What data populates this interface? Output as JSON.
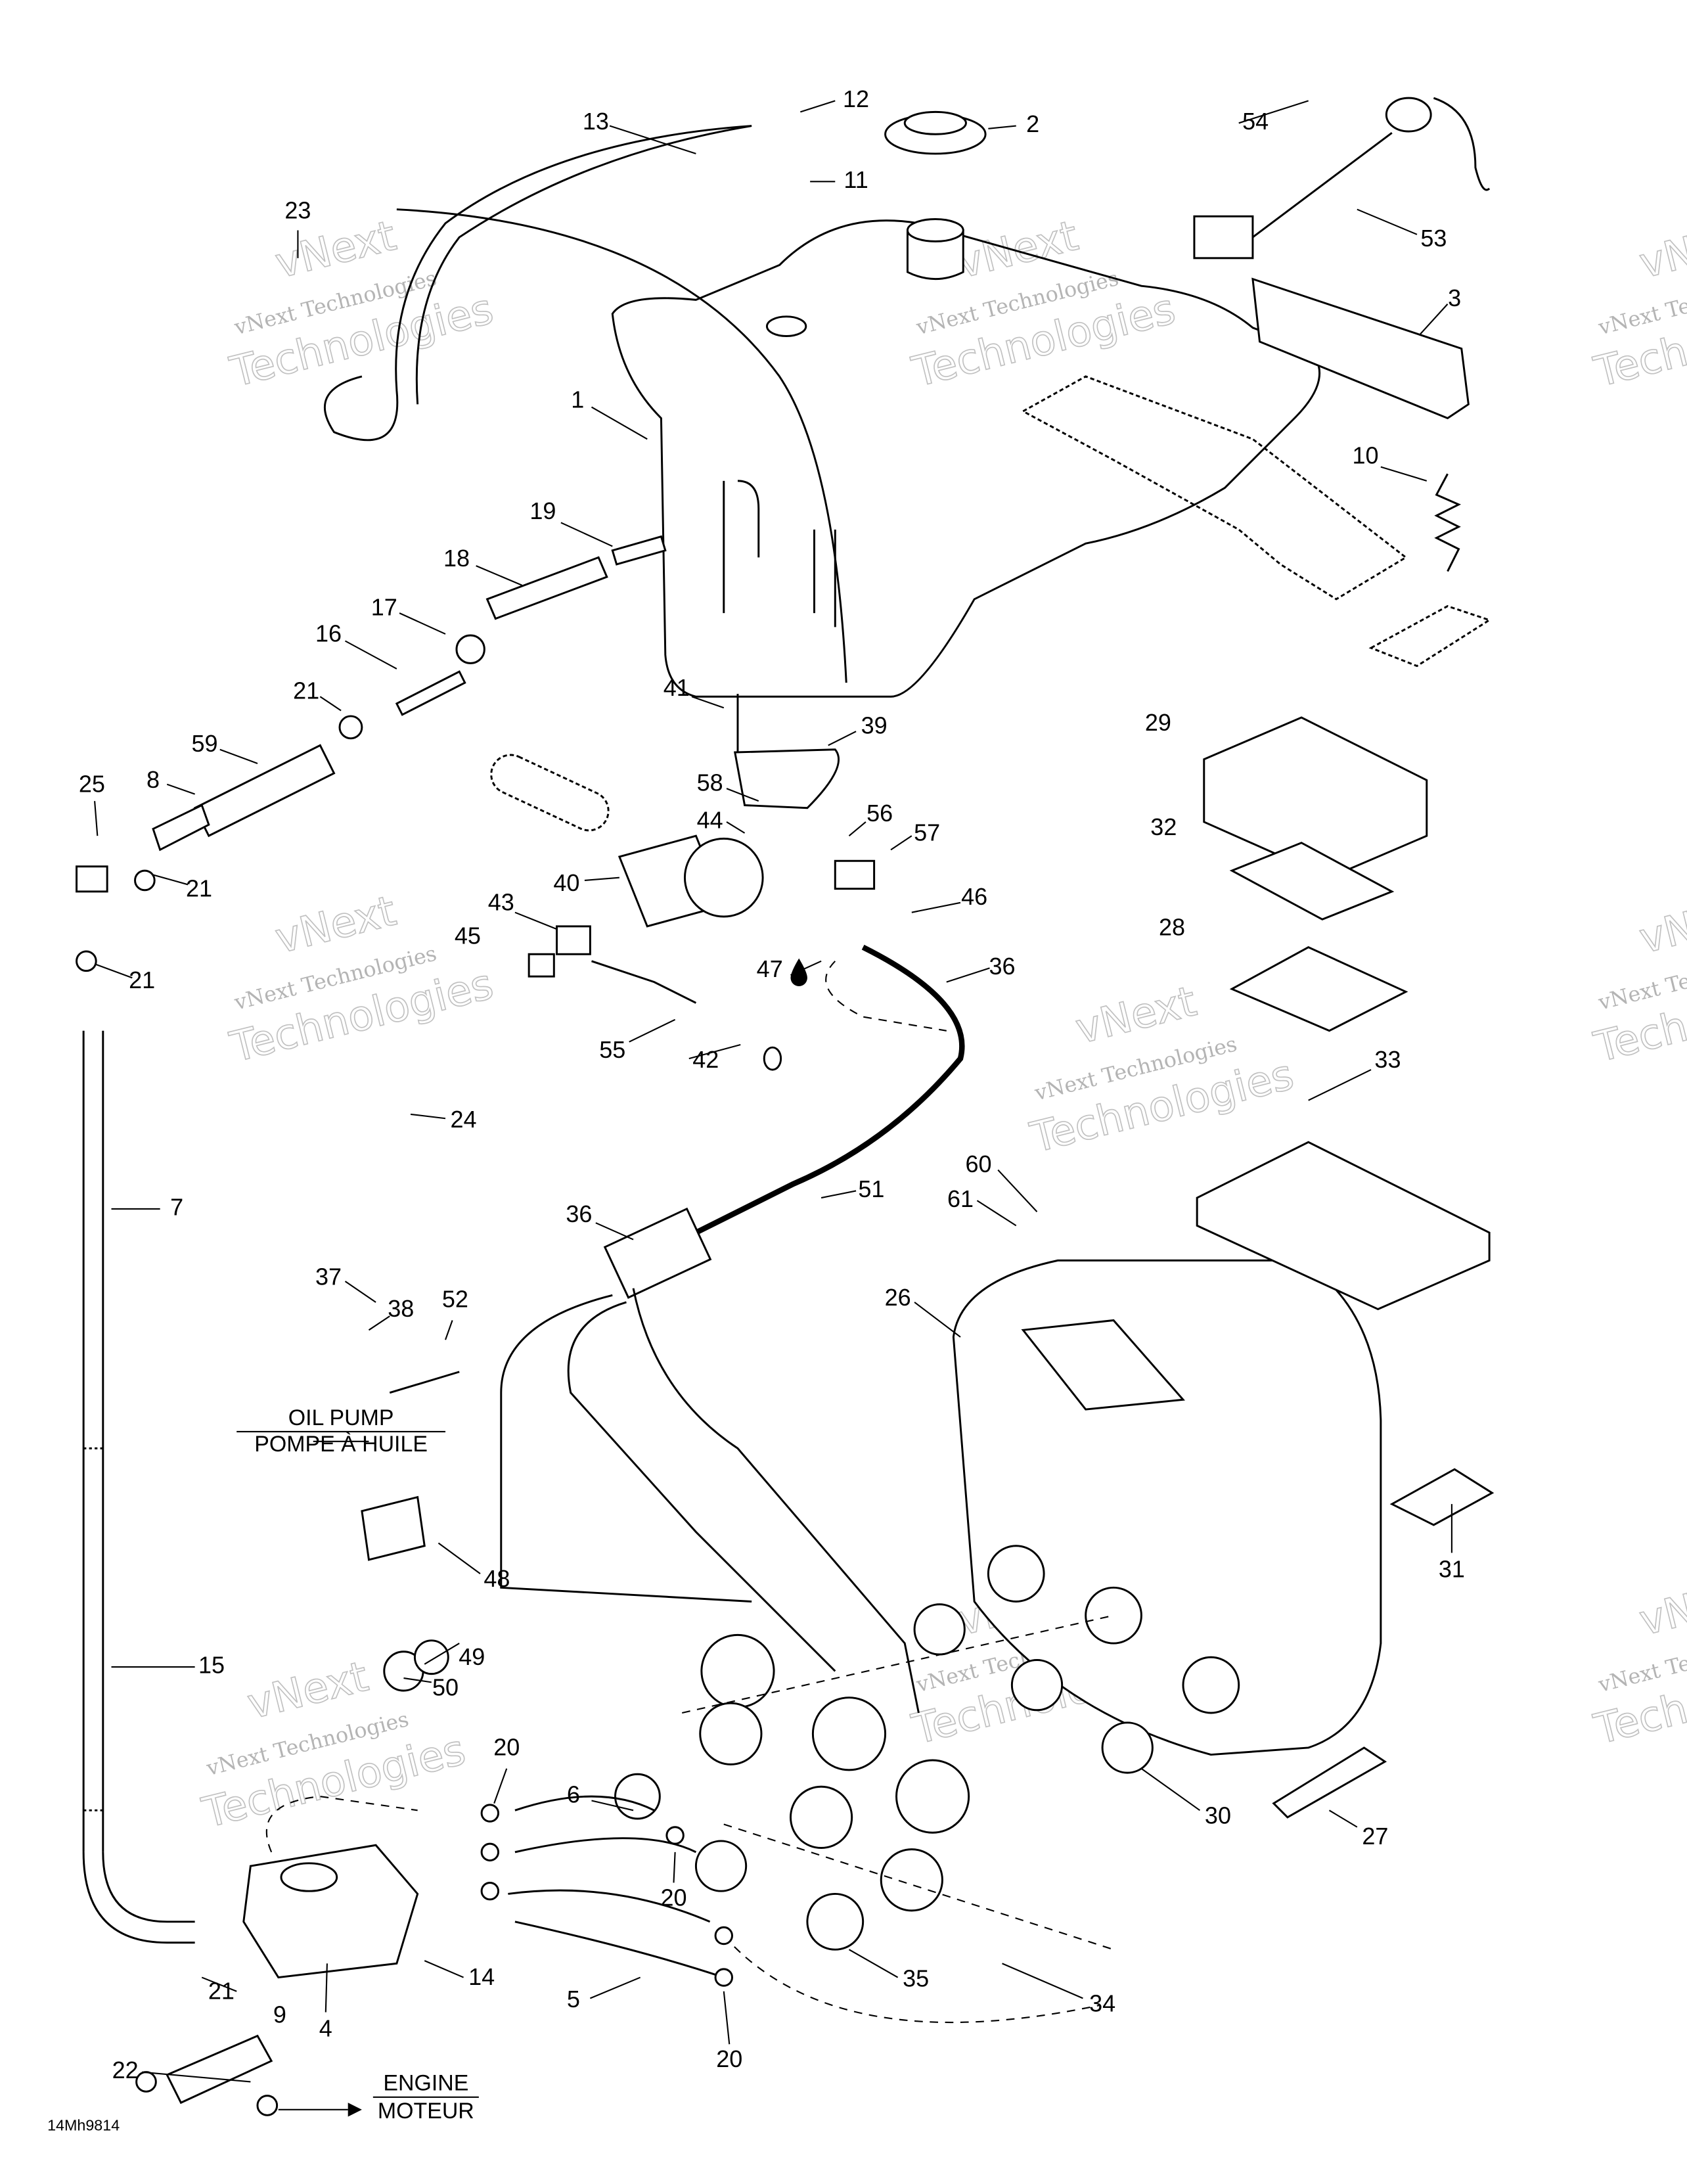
{
  "diagram_code": "14Mh9814",
  "watermark": {
    "line1": "vNext",
    "line2": "vNext Technologies",
    "line3": "Technologies"
  },
  "callouts": {
    "oil_pump": {
      "line1": "OIL PUMP",
      "line2": "POMPE À HUILE"
    },
    "engine": {
      "line1": "ENGINE",
      "line2": "MOTEUR"
    }
  },
  "part_labels": [
    "13",
    "12",
    "2",
    "11",
    "54",
    "53",
    "23",
    "3",
    "1",
    "10",
    "19",
    "18",
    "17",
    "16",
    "21",
    "59",
    "8",
    "25",
    "21",
    "21",
    "41",
    "39",
    "29",
    "58",
    "44",
    "56",
    "57",
    "32",
    "40",
    "43",
    "46",
    "45",
    "47",
    "36",
    "28",
    "55",
    "42",
    "24",
    "33",
    "7",
    "60",
    "61",
    "51",
    "36",
    "37",
    "38",
    "52",
    "26",
    "31",
    "48",
    "49",
    "50",
    "15",
    "20",
    "6",
    "30",
    "27",
    "14",
    "20",
    "21",
    "4",
    "5",
    "9",
    "35",
    "34",
    "20",
    "22"
  ],
  "icons": {
    "oil_drop": "oil-drop-icon"
  }
}
